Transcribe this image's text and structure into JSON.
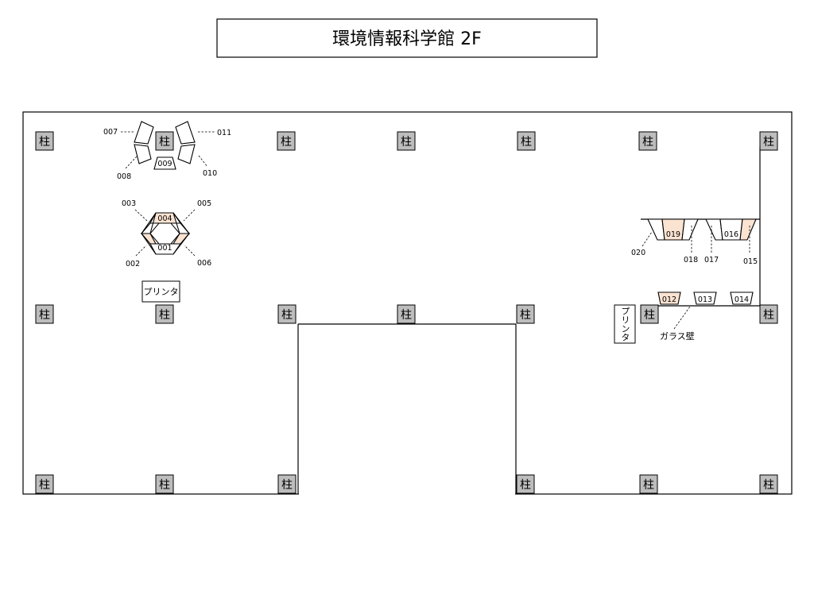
{
  "title": "環境情報科学館 2F",
  "pillar_label": "柱",
  "printers": [
    "プリンタ",
    "プリンタ"
  ],
  "glass_wall_label": "ガラス壁",
  "colors": {
    "pillar": "#bdbdbd",
    "highlight_seat": "#fbe3d2"
  },
  "seats": {
    "s001": "001",
    "s002": "002",
    "s003": "003",
    "s004": "004",
    "s005": "005",
    "s006": "006",
    "s007": "007",
    "s008": "008",
    "s009": "009",
    "s010": "010",
    "s011": "011",
    "s012": "012",
    "s013": "013",
    "s014": "014",
    "s015": "015",
    "s016": "016",
    "s017": "017",
    "s018": "018",
    "s019": "019",
    "s020": "020"
  }
}
